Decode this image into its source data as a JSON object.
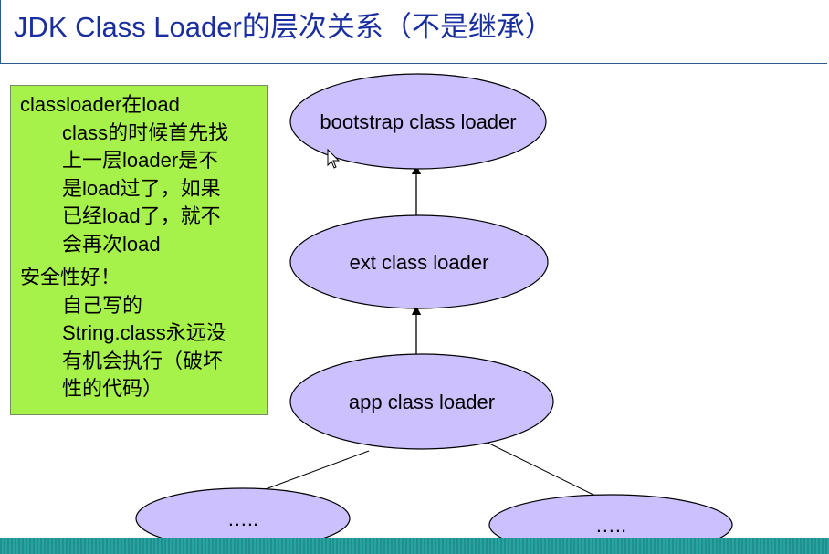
{
  "title": "JDK Class Loader的层次关系（不是继承）",
  "note": {
    "lines": [
      "classloader在load",
      "class的时候首先找",
      "上一层loader是不",
      "是load过了，如果",
      "已经load了，就不",
      "会再次load",
      "安全性好！",
      "自己写的",
      "String.class永远没",
      "有机会执行（破坏",
      "性的代码）"
    ]
  },
  "nodes": {
    "bootstrap": "bootstrap class loader",
    "ext": "ext class loader",
    "app": "app class loader",
    "child_left": "…..",
    "child_right": "….."
  },
  "colors": {
    "node_fill": "#ccc0ff",
    "note_fill": "#a6f24a",
    "title_color": "#1a2ea0",
    "footer": "#1f8f8f"
  },
  "icons": [
    "mouse-cursor-icon"
  ]
}
